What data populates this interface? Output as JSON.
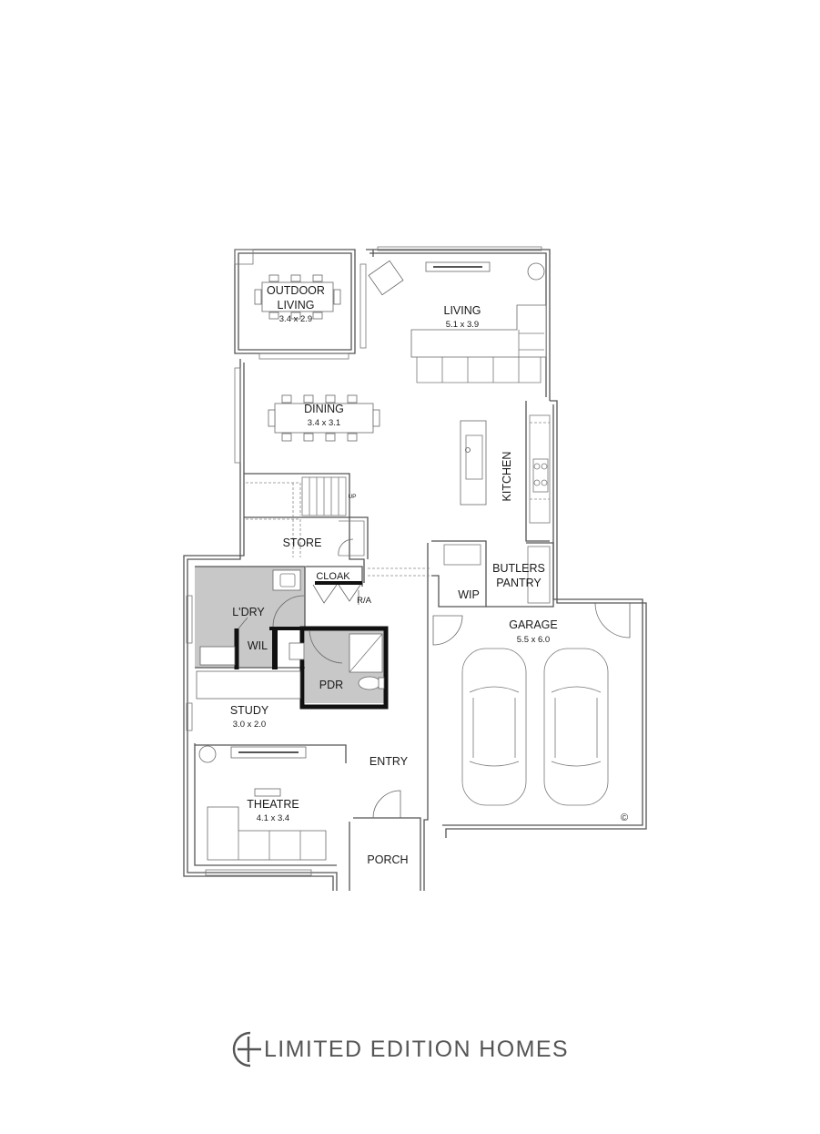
{
  "rooms": {
    "outdoor_living": {
      "line1": "OUTDOOR",
      "line2": "LIVING",
      "dim": "3.4 x 2.9"
    },
    "living": {
      "name": "LIVING",
      "dim": "5.1 x 3.9"
    },
    "dining": {
      "name": "DINING",
      "dim": "3.4 x 3.1"
    },
    "kitchen": {
      "name": "KITCHEN"
    },
    "store": {
      "name": "STORE"
    },
    "cloak": {
      "name": "CLOAK"
    },
    "butlers_pantry": {
      "line1": "BUTLERS",
      "line2": "PANTRY"
    },
    "wip": {
      "name": "WIP"
    },
    "laundry": {
      "name": "L'DRY"
    },
    "wil": {
      "name": "WIL"
    },
    "pdr": {
      "name": "PDR"
    },
    "garage": {
      "name": "GARAGE",
      "dim": "5.5 x 6.0"
    },
    "study": {
      "name": "STUDY",
      "dim": "3.0 x 2.0"
    },
    "entry": {
      "name": "ENTRY"
    },
    "theatre": {
      "name": "THEATRE",
      "dim": "4.1 x 3.4"
    },
    "porch": {
      "name": "PORCH"
    }
  },
  "annotations": {
    "stairs_up": "UP",
    "ra": "R/A",
    "copyright": "©"
  },
  "logo": {
    "text": "LIMITED EDITION HOMES"
  },
  "colors": {
    "wet_area_fill": "#c8c8c8",
    "walls": "#555555",
    "thick_walls": "#111111"
  }
}
